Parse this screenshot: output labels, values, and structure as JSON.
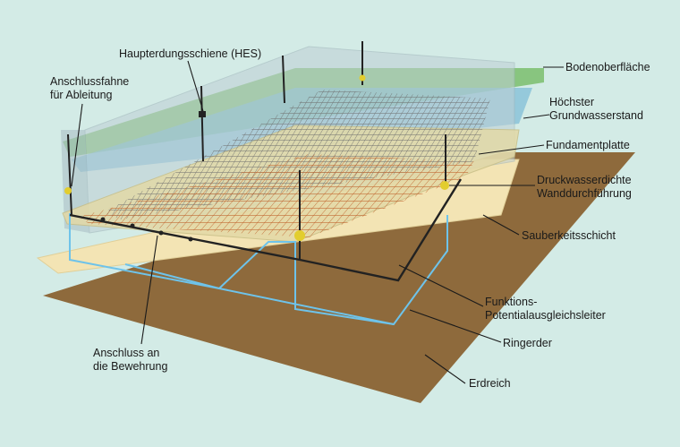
{
  "labels": {
    "hes": "Haupterdungsschiene (HES)",
    "anschlussfahne": [
      "Anschlussfahne",
      "für Ableitung"
    ],
    "bodenoberflaeche": "Bodenoberfläche",
    "grundwasser": [
      "Höchster",
      "Grundwasserstand"
    ],
    "fundamentplatte": "Fundamentplatte",
    "wanddurchfuehrung": [
      "Druckwasserdichte",
      "Wanddurchführung"
    ],
    "sauberkeitsschicht": "Sauberkeitsschicht",
    "funktions": [
      "Funktions-",
      "Potentialausgleichsleiter"
    ],
    "ringerder": "Ringerder",
    "bewehrung": [
      "Anschluss an",
      "die Bewehrung"
    ],
    "erdreich": "Erdreich"
  },
  "colors": {
    "background": "#d3ebe6",
    "soil": "#8e6a3c",
    "clean_layer": "#f3e4b4",
    "slab": "#e3d9a6",
    "walls": "#bfcfd4",
    "ground_surface": "#6fb85c",
    "groundwater": "#7bbad6",
    "reinforcement_upper": "#7c7c7c",
    "reinforcement_lower": "#c56a2c",
    "ring_earth": "#6ec3ea",
    "equipotential": "#222222",
    "leader": "#1a1a1a",
    "connector": "#e2cd2e"
  }
}
